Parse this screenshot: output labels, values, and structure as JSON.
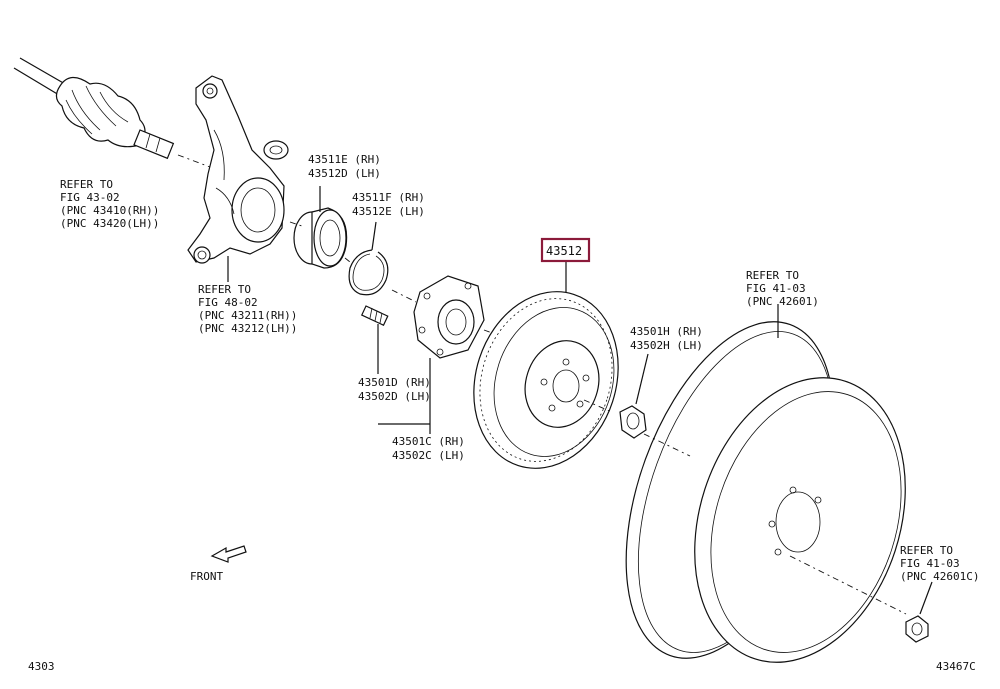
{
  "callouts": {
    "driveshaft": {
      "lines": [
        "REFER TO",
        "FIG 43-02",
        "(PNC 43410(RH))",
        "(PNC 43420(LH))"
      ]
    },
    "knuckle": {
      "lines": [
        "REFER TO",
        "FIG 48-02",
        "(PNC 43211(RH))",
        "(PNC 43212(LH))"
      ]
    },
    "bearing": {
      "lines": [
        "43511E (RH)",
        "43512D (LH)"
      ]
    },
    "snap_ring": {
      "lines": [
        "43511F (RH)",
        "43512E (LH)"
      ]
    },
    "hub_bolt": {
      "lines": [
        "43501D (RH)",
        "43502D (LH)"
      ]
    },
    "hub": {
      "lines": [
        "43501C (RH)",
        "43502C (LH)"
      ]
    },
    "disc_highlighted": {
      "label": "43512",
      "border_color": "#8b1a3a"
    },
    "hub_nut": {
      "lines": [
        "43501H (RH)",
        "43502H (LH)"
      ]
    },
    "wheel": {
      "lines": [
        "REFER TO",
        "FIG 41-03",
        "(PNC 42601)"
      ]
    },
    "wheel_nut": {
      "lines": [
        "REFER TO",
        "FIG 41-03",
        "(PNC 42601C)"
      ]
    }
  },
  "front_indicator": {
    "label": "FRONT"
  },
  "footer": {
    "left_code": "4303",
    "right_code": "43467C"
  }
}
